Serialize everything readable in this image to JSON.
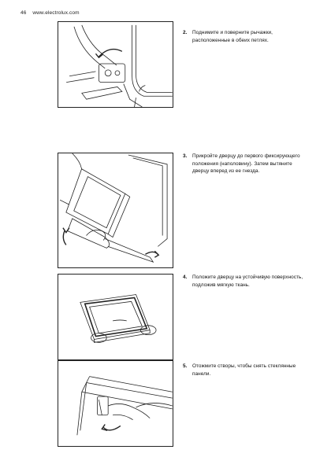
{
  "header": {
    "page_number": "46",
    "website": "www.electrolux.com"
  },
  "steps": [
    {
      "number": "2.",
      "text": "Поднимите и поверните рычажки, расположенные в обеих петлях."
    },
    {
      "number": "3.",
      "text": "Прикройте дверцу до первого фиксирующего положения (наполовину). Затем вытяните дверцу вперед из ее гнезда."
    },
    {
      "number": "4.",
      "text": "Положите дверцу на устойчивую поверхность, подложив мягкую ткань."
    },
    {
      "number": "5.",
      "text": "Отожмите створы, чтобы снять стеклянные панели."
    }
  ]
}
